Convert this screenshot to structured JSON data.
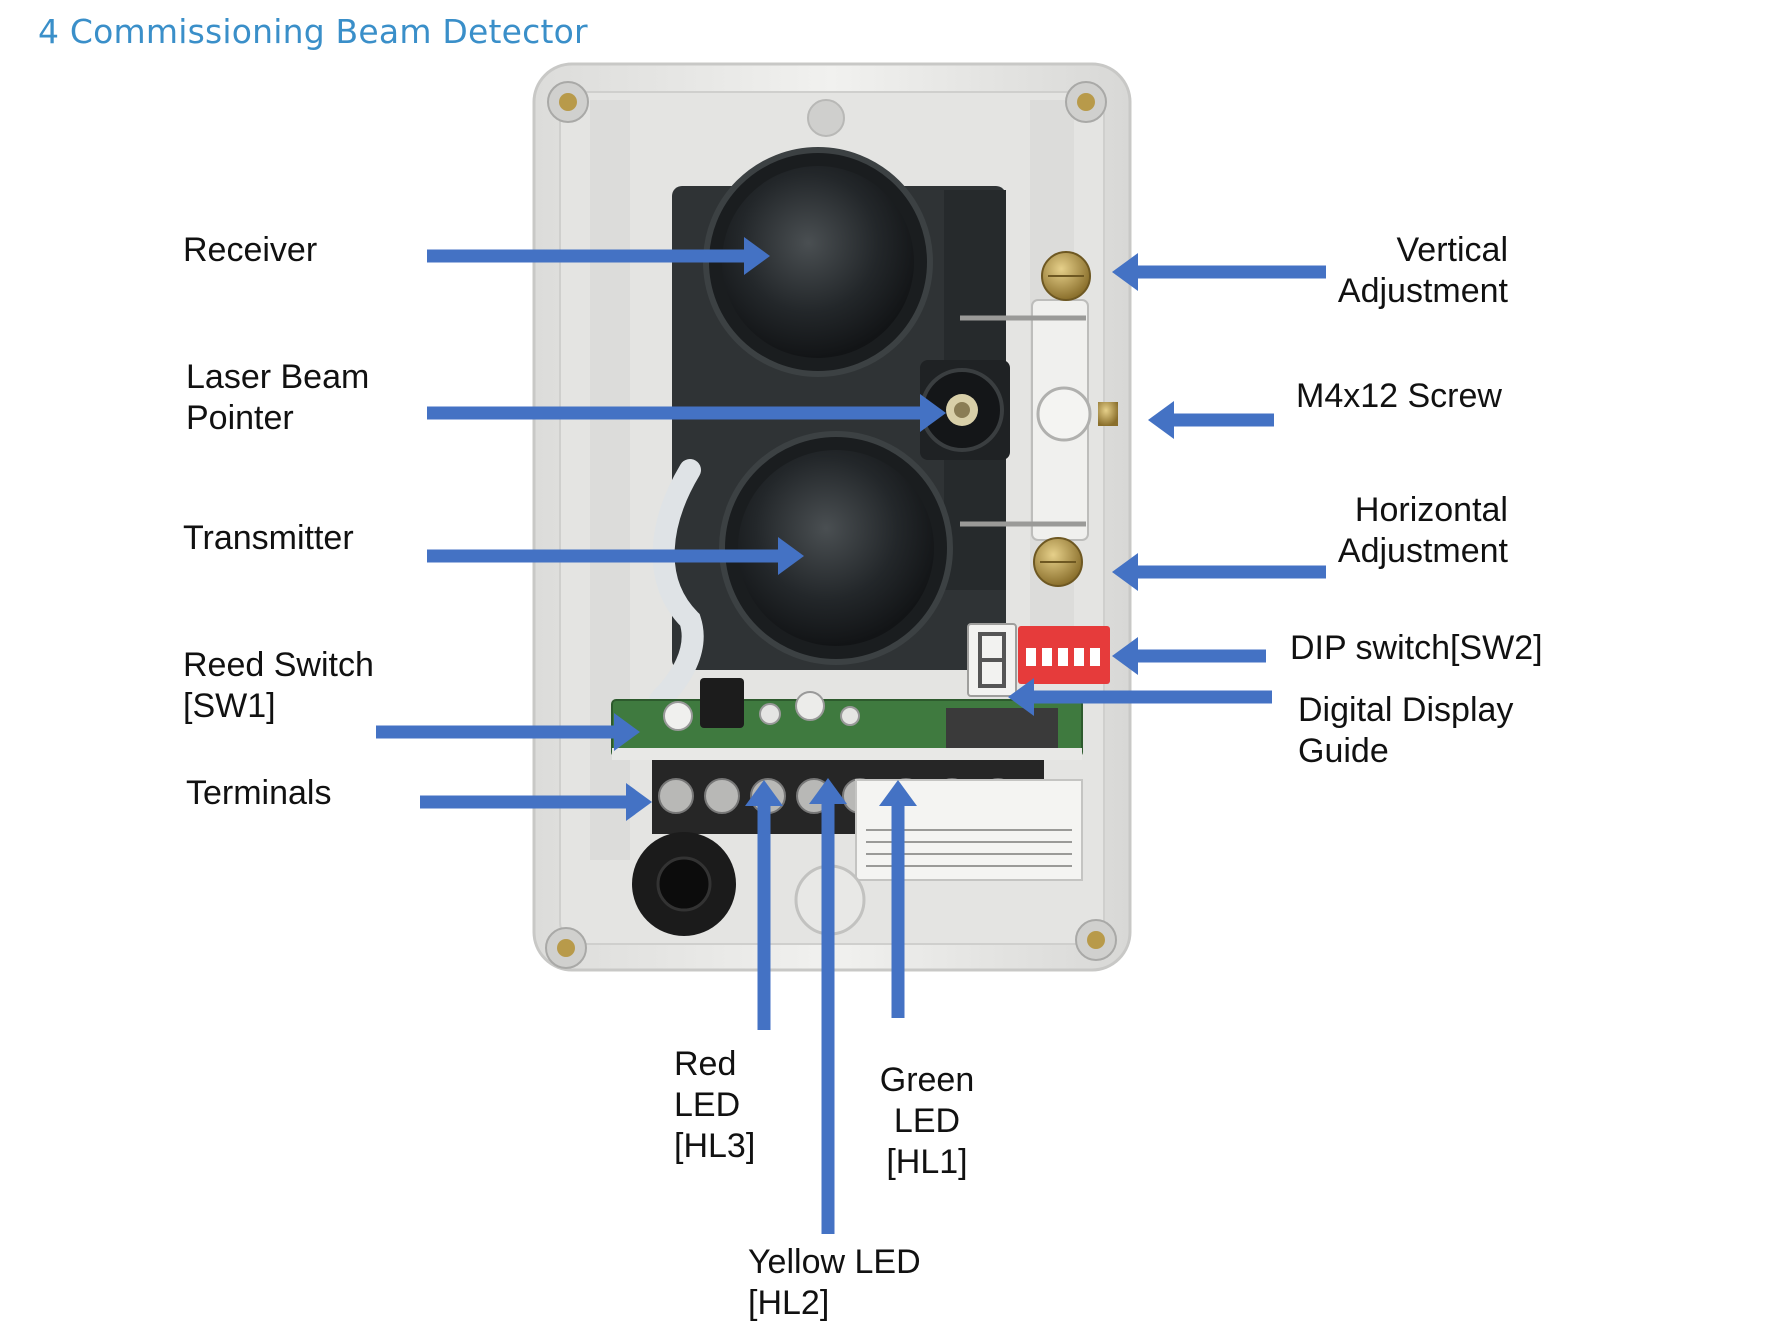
{
  "heading": "4 Commissioning Beam Detector",
  "colors": {
    "heading": "#3a8fc9",
    "arrow": "#4472c4",
    "enclosure": "#ebebea",
    "optics_block": "#2f3335",
    "pcb": "#3f7a3f",
    "dip_switch": "#e63b3b",
    "brass": "#b79a4a"
  },
  "labels": {
    "receiver": [
      "Receiver"
    ],
    "laser_beam_pointer": [
      "Laser Beam",
      "Pointer"
    ],
    "transmitter": [
      "Transmitter"
    ],
    "reed_switch": [
      "Reed Switch",
      "[SW1]"
    ],
    "terminals": [
      "Terminals"
    ],
    "vertical_adjustment": [
      "Vertical",
      "Adjustment"
    ],
    "m4x12_screw": [
      "M4x12 Screw"
    ],
    "horizontal_adjustment": [
      "Horizontal",
      "Adjustment"
    ],
    "dip_switch": [
      "DIP switch[SW2]"
    ],
    "digital_display_guide": [
      "Digital Display",
      "Guide"
    ],
    "red_led": [
      "Red",
      "LED",
      "[HL3]"
    ],
    "yellow_led": [
      "Yellow LED",
      "[HL2]"
    ],
    "green_led": [
      "Green",
      "LED",
      "[HL1]"
    ]
  }
}
